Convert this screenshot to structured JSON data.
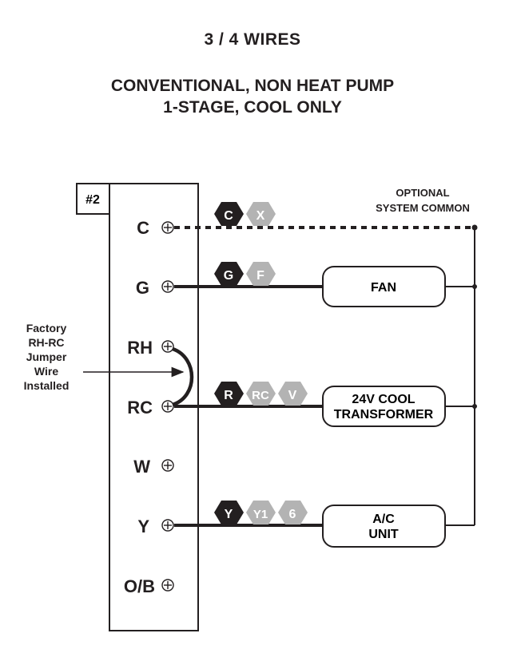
{
  "header": {
    "title": "3 / 4  WIRES",
    "subtitle_line1": "CONVENTIONAL, NON HEAT PUMP",
    "subtitle_line2": "1-STAGE, COOL ONLY"
  },
  "panel": {
    "id_label": "#2"
  },
  "terminals": {
    "c": "C",
    "g": "G",
    "rh": "RH",
    "rc": "RC",
    "w": "W",
    "y": "Y",
    "ob": "O/B"
  },
  "wire_tags": {
    "c": [
      "C",
      "X"
    ],
    "g": [
      "G",
      "F"
    ],
    "r": [
      "R",
      "RC",
      "V"
    ],
    "y": [
      "Y",
      "Y1",
      "6"
    ]
  },
  "devices": {
    "fan": "FAN",
    "transformer_line1": "24V COOL",
    "transformer_line2": "TRANSFORMER",
    "ac_line1": "A/C",
    "ac_line2": "UNIT"
  },
  "notes": {
    "optional_line1": "OPTIONAL",
    "optional_line2": "SYSTEM COMMON",
    "jumper_line1": "Factory",
    "jumper_line2": "RH-RC",
    "jumper_line3": "Jumper",
    "jumper_line4": "Wire",
    "jumper_line5": "Installed"
  },
  "colors": {
    "ink": "#231f20",
    "tag_primary": "#231f20",
    "tag_secondary": "#b3b3b3",
    "background": "#ffffff"
  }
}
